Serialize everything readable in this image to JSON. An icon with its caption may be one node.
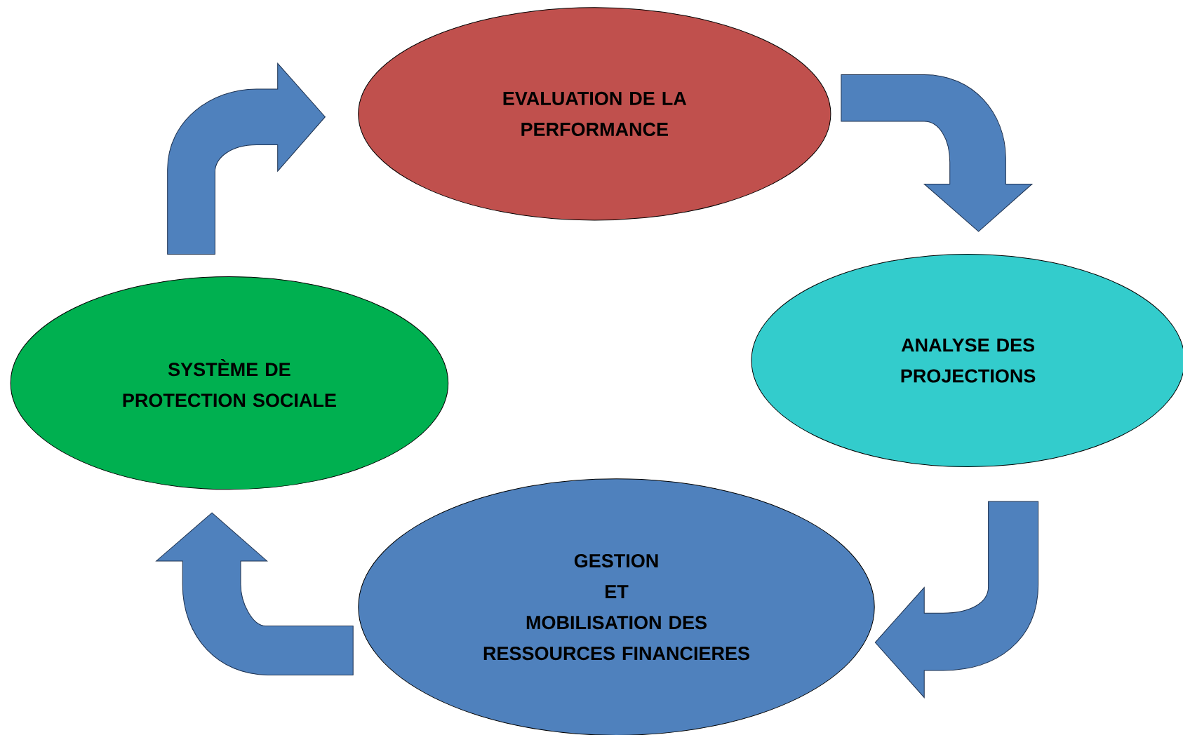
{
  "diagram": {
    "nodes": [
      {
        "text": [
          "EVALUATION DE LA PERFORMANCE"
        ]
      },
      {
        "text": [
          "ANALYSE DES PROJECTIONS"
        ]
      },
      {
        "text": [
          "SYSTÈME DE PROTECTION SOCIALE"
        ]
      },
      {
        "text": [
          "GESTION",
          "ET",
          "MOBILISATION DES RESSOURCES FINANCIERES"
        ]
      }
    ],
    "edges": [
      {
        "from": 0,
        "to": 1,
        "arrow": "to"
      },
      {
        "from": 1,
        "to": 3,
        "arrow": "to"
      },
      {
        "from": 3,
        "to": 2,
        "arrow": "to"
      },
      {
        "from": 2,
        "to": 0,
        "arrow": "to"
      }
    ]
  }
}
